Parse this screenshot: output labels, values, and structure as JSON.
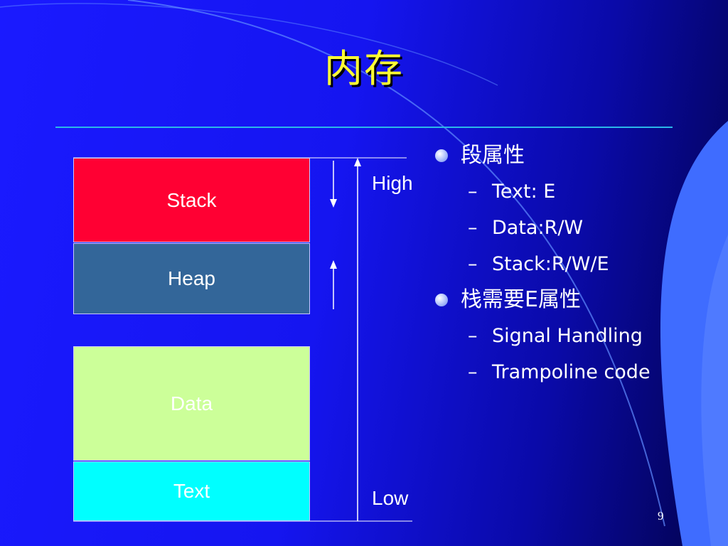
{
  "title": "内存",
  "memory_blocks": {
    "stack": "Stack",
    "heap": "Heap",
    "data": "Data",
    "text": "Text"
  },
  "axis_labels": {
    "high": "High",
    "low": "Low"
  },
  "bullets": [
    {
      "text": "段属性",
      "sub": [
        "Text: E",
        "Data:R/W",
        "Stack:R/W/E"
      ]
    },
    {
      "text": "栈需要E属性",
      "sub": [
        "Signal Handling",
        "Trampoline code"
      ]
    }
  ],
  "page_number": "9",
  "colors": {
    "background": "#1a1aff",
    "title": "#ffff33",
    "stack": "#ff0033",
    "heap": "#336699",
    "data": "#ccff99",
    "text": "#00ffff",
    "accent": "#3f6cff"
  }
}
